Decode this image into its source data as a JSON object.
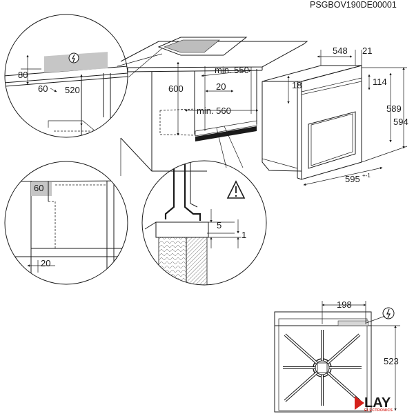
{
  "document_code": "PSGBOV190DE00001",
  "brand": {
    "logo_text": "LAY",
    "logo_subtext": "ELECTRONICS",
    "accent_color": "#d4211b"
  },
  "dimensions": {
    "oven_depth": "548",
    "door_depth": "21",
    "top_offset": "114",
    "panel_offset": "18",
    "oven_height_front": "589",
    "oven_height_total": "594",
    "oven_width": "595",
    "oven_width_tol": "+-1",
    "vent_height": "80",
    "vent_gap": "60",
    "vent_bottom": "520",
    "niche_height": "600",
    "niche_depth": "min. 550",
    "rear_gap": "20",
    "niche_width": "min. 560",
    "side_vent": "60",
    "side_gap": "20",
    "gap_step": "5",
    "gap_small": "1",
    "cable_offset": "198",
    "cable_height": "523"
  },
  "icons": {
    "power_outlet": "power-outlet-icon",
    "warning": "warning-triangle-icon"
  }
}
